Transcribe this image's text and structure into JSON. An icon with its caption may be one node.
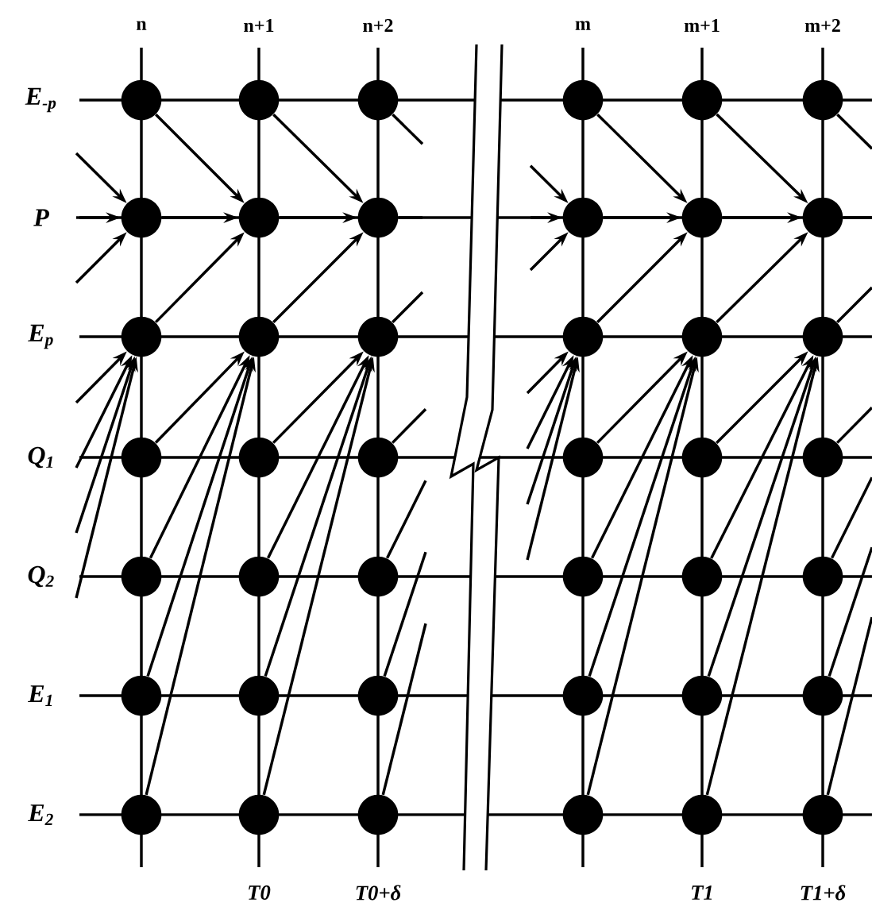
{
  "diagram": {
    "nodes": [
      {
        "text": [],
        "shape": "circle"
      },
      {
        "text": [],
        "shape": "circle"
      },
      {
        "text": [],
        "shape": "circle"
      },
      {
        "text": [],
        "shape": "circle"
      },
      {
        "text": [],
        "shape": "circle"
      },
      {
        "text": [],
        "shape": "circle"
      },
      {
        "text": [],
        "shape": "circle"
      },
      {
        "text": [],
        "shape": "circle"
      },
      {
        "text": [],
        "shape": "circle"
      },
      {
        "text": [],
        "shape": "circle"
      },
      {
        "text": [],
        "shape": "circle"
      },
      {
        "text": [],
        "shape": "circle"
      },
      {
        "text": [],
        "shape": "circle"
      },
      {
        "text": [],
        "shape": "circle"
      },
      {
        "text": [],
        "shape": "circle"
      },
      {
        "text": [],
        "shape": "circle"
      },
      {
        "text": [],
        "shape": "circle"
      },
      {
        "text": [],
        "shape": "circle"
      },
      {
        "text": [],
        "shape": "circle"
      },
      {
        "text": [],
        "shape": "circle"
      },
      {
        "text": [],
        "shape": "circle"
      },
      {
        "text": [],
        "shape": "circle"
      },
      {
        "text": [],
        "shape": "circle"
      },
      {
        "text": [],
        "shape": "circle"
      },
      {
        "text": [],
        "shape": "circle"
      },
      {
        "text": [],
        "shape": "circle"
      },
      {
        "text": [],
        "shape": "circle"
      },
      {
        "text": [],
        "shape": "circle"
      },
      {
        "text": [],
        "shape": "circle"
      },
      {
        "text": [],
        "shape": "circle"
      },
      {
        "text": [],
        "shape": "circle"
      },
      {
        "text": [],
        "shape": "circle"
      },
      {
        "text": [],
        "shape": "circle"
      },
      {
        "text": [],
        "shape": "circle"
      },
      {
        "text": [],
        "shape": "circle"
      },
      {
        "text": [],
        "shape": "circle"
      },
      {
        "text": [],
        "shape": "circle"
      },
      {
        "text": [],
        "shape": "circle"
      },
      {
        "text": [],
        "shape": "circle"
      },
      {
        "text": [],
        "shape": "circle"
      },
      {
        "text": [],
        "shape": "circle"
      },
      {
        "text": [],
        "shape": "circle"
      }
    ],
    "edges": [
      {
        "from": null,
        "to": 6,
        "arrow": "to"
      },
      {
        "from": null,
        "to": 6,
        "arrow": "to"
      },
      {
        "from": null,
        "to": 6,
        "arrow": "to"
      },
      {
        "from": null,
        "to": 12,
        "arrow": "to"
      },
      {
        "from": null,
        "to": 12,
        "arrow": "to"
      },
      {
        "from": null,
        "to": 12,
        "arrow": "to"
      },
      {
        "from": null,
        "to": 12,
        "arrow": "to"
      },
      {
        "from": 0,
        "to": 7,
        "arrow": "to"
      },
      {
        "from": 6,
        "to": 7,
        "arrow": "to"
      },
      {
        "from": 12,
        "to": 7,
        "arrow": "to"
      },
      {
        "from": 18,
        "to": 13,
        "arrow": "to"
      },
      {
        "from": 24,
        "to": 13,
        "arrow": "to"
      },
      {
        "from": 30,
        "to": 13,
        "arrow": "to"
      },
      {
        "from": 36,
        "to": 13,
        "arrow": "to"
      },
      {
        "from": 1,
        "to": 8,
        "arrow": "to"
      },
      {
        "from": 7,
        "to": 8,
        "arrow": "to"
      },
      {
        "from": 13,
        "to": 8,
        "arrow": "to"
      },
      {
        "from": 19,
        "to": 14,
        "arrow": "to"
      },
      {
        "from": 25,
        "to": 14,
        "arrow": "to"
      },
      {
        "from": 31,
        "to": 14,
        "arrow": "to"
      },
      {
        "from": 37,
        "to": 14,
        "arrow": "to"
      },
      {
        "from": 2,
        "to": null,
        "arrow": "none"
      },
      {
        "from": 8,
        "to": null,
        "arrow": "none"
      },
      {
        "from": 14,
        "to": null,
        "arrow": "none"
      },
      {
        "from": 20,
        "to": null,
        "arrow": "none"
      },
      {
        "from": 26,
        "to": null,
        "arrow": "none"
      },
      {
        "from": 32,
        "to": null,
        "arrow": "none"
      },
      {
        "from": 38,
        "to": null,
        "arrow": "none"
      },
      {
        "from": null,
        "to": 9,
        "arrow": "to"
      },
      {
        "from": null,
        "to": 9,
        "arrow": "to"
      },
      {
        "from": null,
        "to": 9,
        "arrow": "to"
      },
      {
        "from": null,
        "to": 15,
        "arrow": "to"
      },
      {
        "from": null,
        "to": 15,
        "arrow": "to"
      },
      {
        "from": null,
        "to": 15,
        "arrow": "to"
      },
      {
        "from": null,
        "to": 15,
        "arrow": "to"
      },
      {
        "from": 3,
        "to": 10,
        "arrow": "to"
      },
      {
        "from": 9,
        "to": 10,
        "arrow": "to"
      },
      {
        "from": 15,
        "to": 10,
        "arrow": "to"
      },
      {
        "from": 21,
        "to": 16,
        "arrow": "to"
      },
      {
        "from": 27,
        "to": 16,
        "arrow": "to"
      },
      {
        "from": 33,
        "to": 16,
        "arrow": "to"
      },
      {
        "from": 39,
        "to": 16,
        "arrow": "to"
      },
      {
        "from": 4,
        "to": 11,
        "arrow": "to"
      },
      {
        "from": 10,
        "to": 11,
        "arrow": "to"
      },
      {
        "from": 16,
        "to": 11,
        "arrow": "to"
      },
      {
        "from": 22,
        "to": 17,
        "arrow": "to"
      },
      {
        "from": 28,
        "to": 17,
        "arrow": "to"
      },
      {
        "from": 34,
        "to": 17,
        "arrow": "to"
      },
      {
        "from": 40,
        "to": 17,
        "arrow": "to"
      },
      {
        "from": 5,
        "to": null,
        "arrow": "none"
      },
      {
        "from": 11,
        "to": null,
        "arrow": "none"
      },
      {
        "from": 17,
        "to": null,
        "arrow": "none"
      },
      {
        "from": 23,
        "to": null,
        "arrow": "none"
      },
      {
        "from": 29,
        "to": null,
        "arrow": "none"
      },
      {
        "from": 35,
        "to": null,
        "arrow": "none"
      },
      {
        "from": 41,
        "to": null,
        "arrow": "none"
      }
    ],
    "labels": [
      "n",
      "n+1",
      "n+2",
      "m",
      "m+1",
      "m+2",
      "E$_{-p}$",
      "P",
      "E$_{p}$",
      "Q$_{1}$",
      "Q$_{2}$",
      "E$_{1}$",
      "E$_{2}$",
      "T0",
      "T0+δ",
      "T1",
      "T1+δ"
    ]
  }
}
